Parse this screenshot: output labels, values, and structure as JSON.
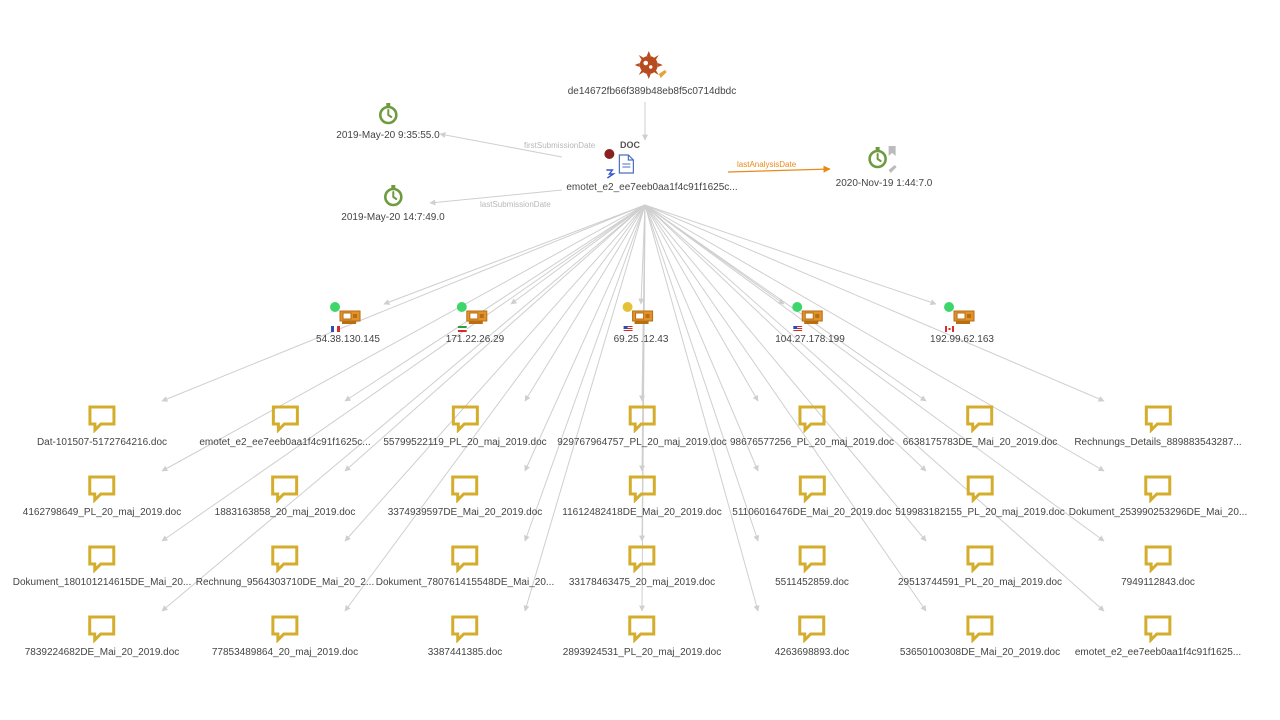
{
  "colors": {
    "edge": "#cfcfcf",
    "accent_orange": "#e88a1a",
    "ip_dot_green": "#3ed66b",
    "ip_dot_yellow": "#e4c235",
    "comment_gold": "#d4ad2c",
    "clock_green": "#6e9b3f",
    "malware_red": "#b84a1f"
  },
  "hash": {
    "label": "de14672fb66f389b48eb8f5c0714dbdc",
    "icon": "malware-virus-icon"
  },
  "center": {
    "label": "emotet_e2_ee7eeb0aa1f4c91f1625c...",
    "type": "DOC"
  },
  "dates": {
    "first": {
      "label": "2019-May-20 9:35:55.0",
      "edge": "firstSubmissionDate"
    },
    "last_submission": {
      "label": "2019-May-20 14:7:49.0",
      "edge": "lastSubmissionDate"
    },
    "last_analysis": {
      "label": "2020-Nov-19 1:44:7.0",
      "edge": "lastAnalysisDate"
    }
  },
  "ips": [
    {
      "label": "54.38.130.145",
      "status": "green",
      "flag": "france"
    },
    {
      "label": "171.22.26.29",
      "status": "green",
      "flag": "iran"
    },
    {
      "label": "69.25 .12.43",
      "status": "yellow",
      "flag": "usa"
    },
    {
      "label": "104.27.178.199",
      "status": "green",
      "flag": "usa"
    },
    {
      "label": "192.99.62.163",
      "status": "green",
      "flag": "canada"
    }
  ],
  "files": [
    [
      "Dat-101507-5172764216.doc",
      "emotet_e2_ee7eeb0aa1f4c91f1625c...",
      "55799522119_PL_20_maj_2019.doc",
      "929767964757_PL_20_maj_2019.doc",
      "98676577256_PL_20_maj_2019.doc",
      "6638175783DE_Mai_20_2019.doc",
      "Rechnungs_Details_889883543287..."
    ],
    [
      "4162798649_PL_20_maj_2019.doc",
      "1883163858_20_maj_2019.doc",
      "3374939597DE_Mai_20_2019.doc",
      "11612482418DE_Mai_20_2019.doc",
      "51106016476DE_Mai_20_2019.doc",
      "519983182155_PL_20_maj_2019.doc",
      "Dokument_253990253296DE_Mai_20..."
    ],
    [
      "Dokument_180101214615DE_Mai_20...",
      "Rechnung_9564303710DE_Mai_20_2...",
      "Dokument_780761415548DE_Mai_20...",
      "33178463475_20_maj_2019.doc",
      "5511452859.doc",
      "29513744591_PL_20_maj_2019.doc",
      "7949112843.doc"
    ],
    [
      "7839224682DE_Mai_20_2019.doc",
      "77853489864_20_maj_2019.doc",
      "3387441385.doc",
      "2893924531_PL_20_maj_2019.doc",
      "4263698893.doc",
      "53650100308DE_Mai_20_2019.doc",
      "emotet_e2_ee7eeb0aa1f4c91f1625..."
    ]
  ]
}
